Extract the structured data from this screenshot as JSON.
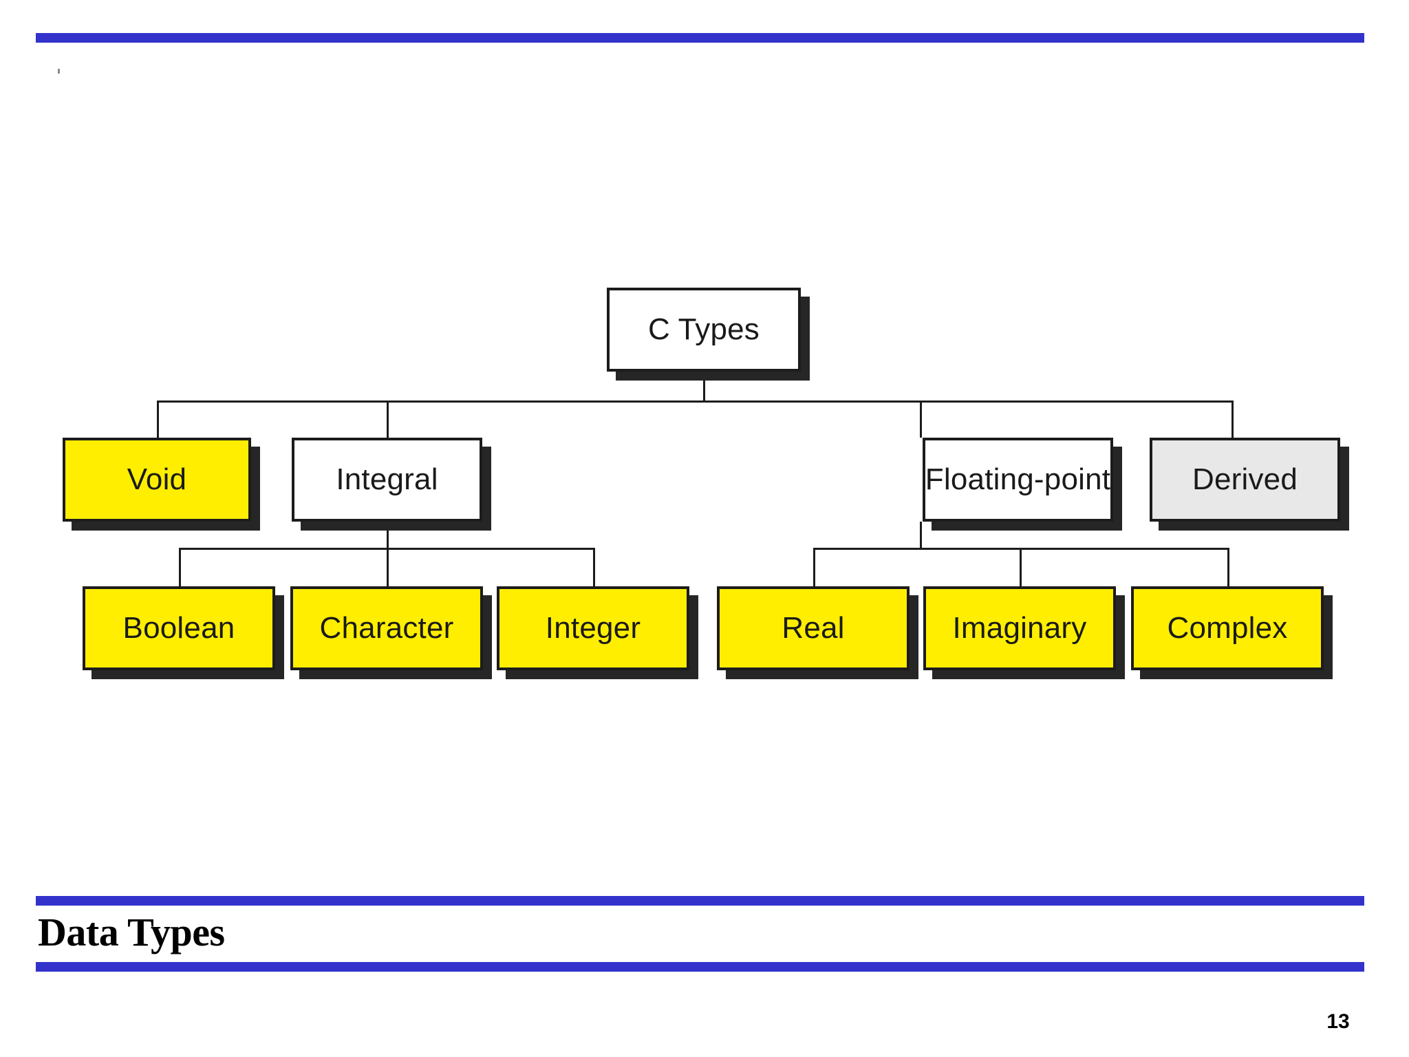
{
  "slide": {
    "title": "Data Types",
    "page_number": "13",
    "accent_color": "#3333CC",
    "background_color": "#FFFFFF"
  },
  "diagram": {
    "type": "tree",
    "root": "C Types",
    "nodes": {
      "root": {
        "label": "C Types",
        "fill": "#FFFFFF",
        "level": 0
      },
      "void": {
        "label": "Void",
        "fill": "#FFEE00",
        "level": 1
      },
      "integral": {
        "label": "Integral",
        "fill": "#FFFFFF",
        "level": 1
      },
      "floating_point": {
        "label": "Floating-point",
        "fill": "#FFFFFF",
        "level": 1
      },
      "derived": {
        "label": "Derived",
        "fill": "#E8E8E8",
        "level": 1
      },
      "boolean": {
        "label": "Boolean",
        "fill": "#FFEE00",
        "level": 2
      },
      "character": {
        "label": "Character",
        "fill": "#FFEE00",
        "level": 2
      },
      "integer": {
        "label": "Integer",
        "fill": "#FFEE00",
        "level": 2
      },
      "real": {
        "label": "Real",
        "fill": "#FFEE00",
        "level": 2
      },
      "imaginary": {
        "label": "Imaginary",
        "fill": "#FFEE00",
        "level": 2
      },
      "complex": {
        "label": "Complex",
        "fill": "#FFEE00",
        "level": 2
      }
    },
    "edges": [
      [
        "root",
        "void"
      ],
      [
        "root",
        "integral"
      ],
      [
        "root",
        "floating_point"
      ],
      [
        "root",
        "derived"
      ],
      [
        "integral",
        "boolean"
      ],
      [
        "integral",
        "character"
      ],
      [
        "integral",
        "integer"
      ],
      [
        "floating_point",
        "real"
      ],
      [
        "floating_point",
        "imaginary"
      ],
      [
        "floating_point",
        "complex"
      ]
    ]
  }
}
